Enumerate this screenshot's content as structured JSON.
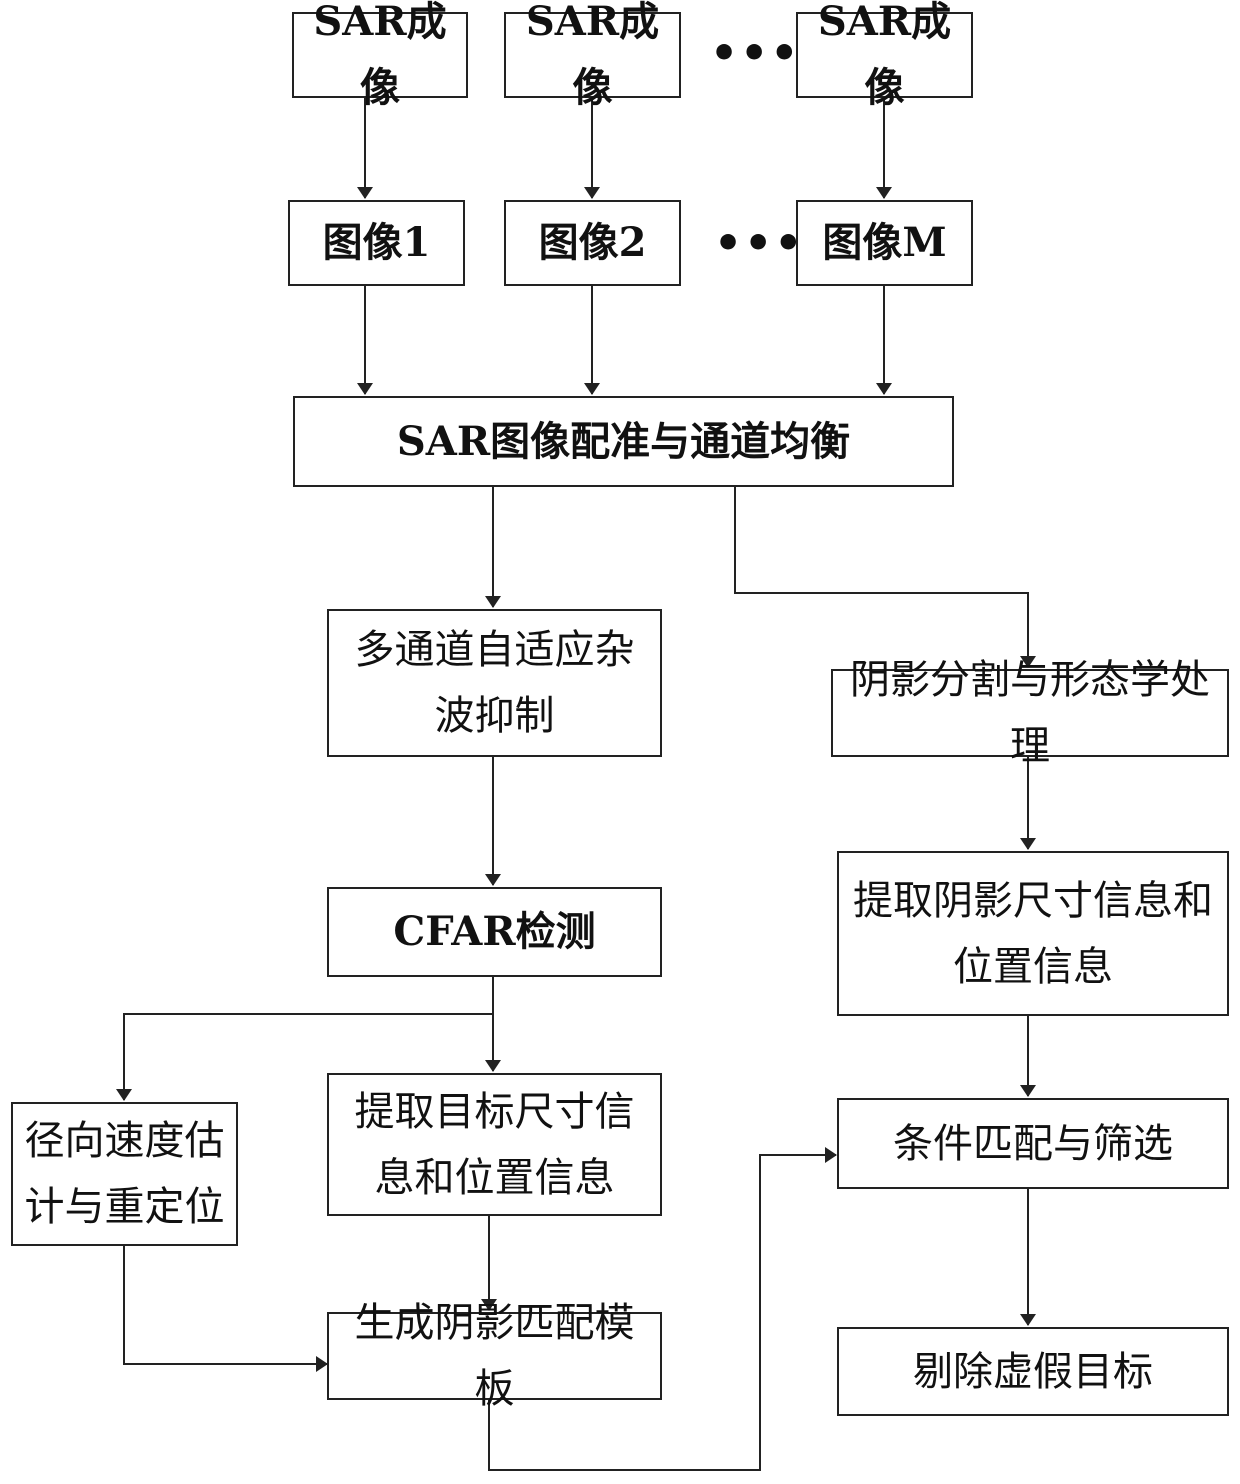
{
  "row_sar": [
    "SAR成像",
    "SAR成像",
    "SAR成像"
  ],
  "row_images": [
    "图像1",
    "图像2",
    "图像M"
  ],
  "ellipsis": "•••",
  "registration": "SAR图像配准与通道均衡",
  "clutter": "多通道自适应杂波抑制",
  "cfar": "CFAR检测",
  "velocity": "径向速度估计与重定位",
  "extract_target": "提取目标尺寸信息和位置信息",
  "template": "生成阴影匹配模板",
  "shadow_seg": "阴影分割与形态学处理",
  "extract_shadow": "提取阴影尺寸信息和位置信息",
  "matching": "条件匹配与筛选",
  "remove": "剔除虚假目标"
}
